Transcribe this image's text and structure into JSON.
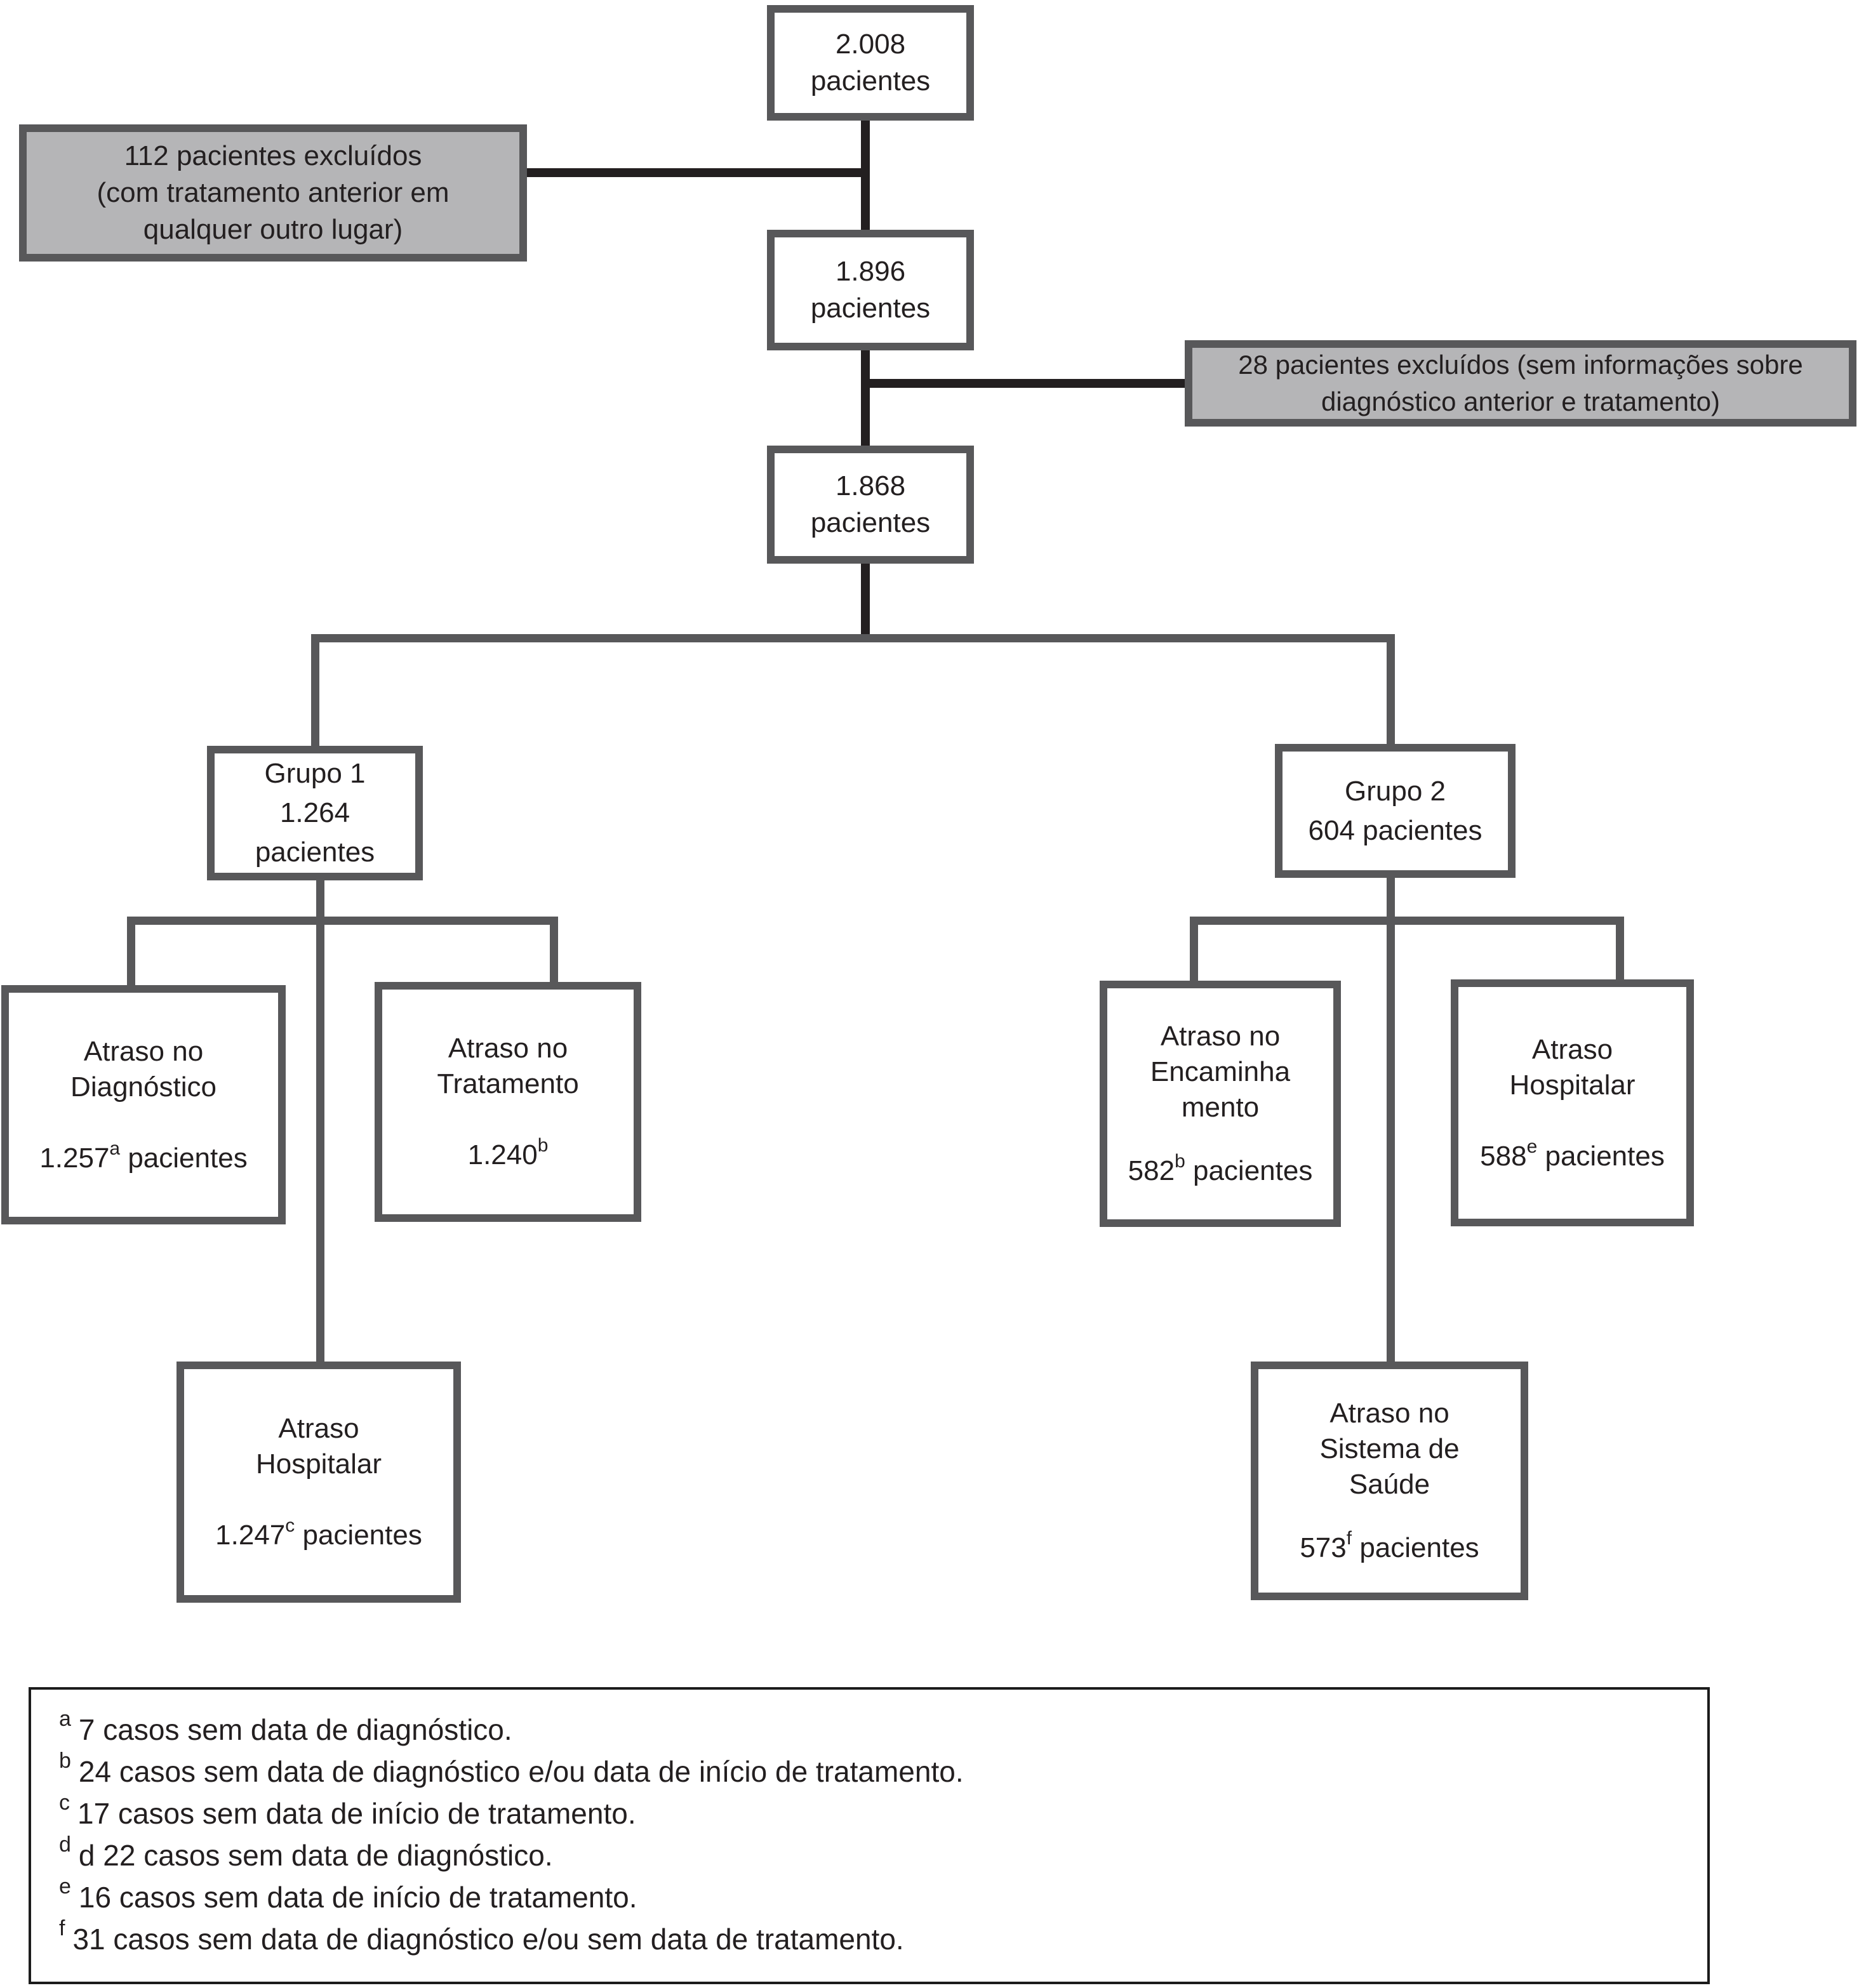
{
  "flowchart": {
    "colors": {
      "box_border": "#58585a",
      "gray_fill": "#b5b5b7",
      "connector_black": "#231f20",
      "connector_gray": "#58585a",
      "text": "#231f20"
    },
    "nodes": {
      "total": {
        "lines": [
          "2.008",
          "pacientes"
        ]
      },
      "excluded112": {
        "lines": [
          "112 pacientes excluídos",
          "(com tratamento anterior em",
          "qualquer outro lugar)"
        ]
      },
      "p1896": {
        "lines": [
          "1.896",
          "pacientes"
        ]
      },
      "excluded28": {
        "lines": [
          "28 pacientes excluídos (sem informações sobre",
          "diagnóstico anterior e tratamento)"
        ]
      },
      "p1868": {
        "lines": [
          "1.868",
          "pacientes"
        ]
      },
      "grupo1": {
        "lines": [
          "Grupo 1",
          "1.264",
          "pacientes"
        ]
      },
      "grupo2": {
        "lines": [
          "Grupo 2",
          "604 pacientes"
        ]
      },
      "diagnostico": {
        "title": [
          "Atraso no",
          "Diagnóstico"
        ],
        "value": "1.257",
        "sup": "a",
        "suffix": " pacientes"
      },
      "tratamento": {
        "title": [
          "Atraso no",
          "Tratamento"
        ],
        "value": "1.240",
        "sup": "b",
        "suffix": ""
      },
      "encaminhamento": {
        "title": [
          "Atraso no",
          "Encaminha",
          "mento"
        ],
        "value": "582",
        "sup": "b",
        "suffix": " pacientes"
      },
      "hospitalar_g2": {
        "title": [
          "Atraso",
          "Hospitalar"
        ],
        "value": "588",
        "sup": "e",
        "suffix": " pacientes"
      },
      "hospitalar_g1": {
        "title": [
          "Atraso",
          "Hospitalar"
        ],
        "value": "1.247",
        "sup": "c",
        "suffix": " pacientes"
      },
      "sistema_saude": {
        "title": [
          "Atraso no",
          "Sistema de",
          "Saúde"
        ],
        "value": "573",
        "sup": "f",
        "suffix": " pacientes"
      }
    },
    "footnotes": [
      {
        "sup": "a",
        "text": "7 casos sem data de diagnóstico."
      },
      {
        "sup": "b",
        "text": "24 casos sem data de diagnóstico e/ou data de início de tratamento."
      },
      {
        "sup": "c",
        "text": "17 casos sem data de início de tratamento."
      },
      {
        "sup": "d",
        "text": "d 22 casos sem data de diagnóstico."
      },
      {
        "sup": "e",
        "text": "16 casos sem data de início de tratamento."
      },
      {
        "sup": "f",
        "text": "31 casos sem data de diagnóstico e/ou sem data de tratamento."
      }
    ]
  }
}
